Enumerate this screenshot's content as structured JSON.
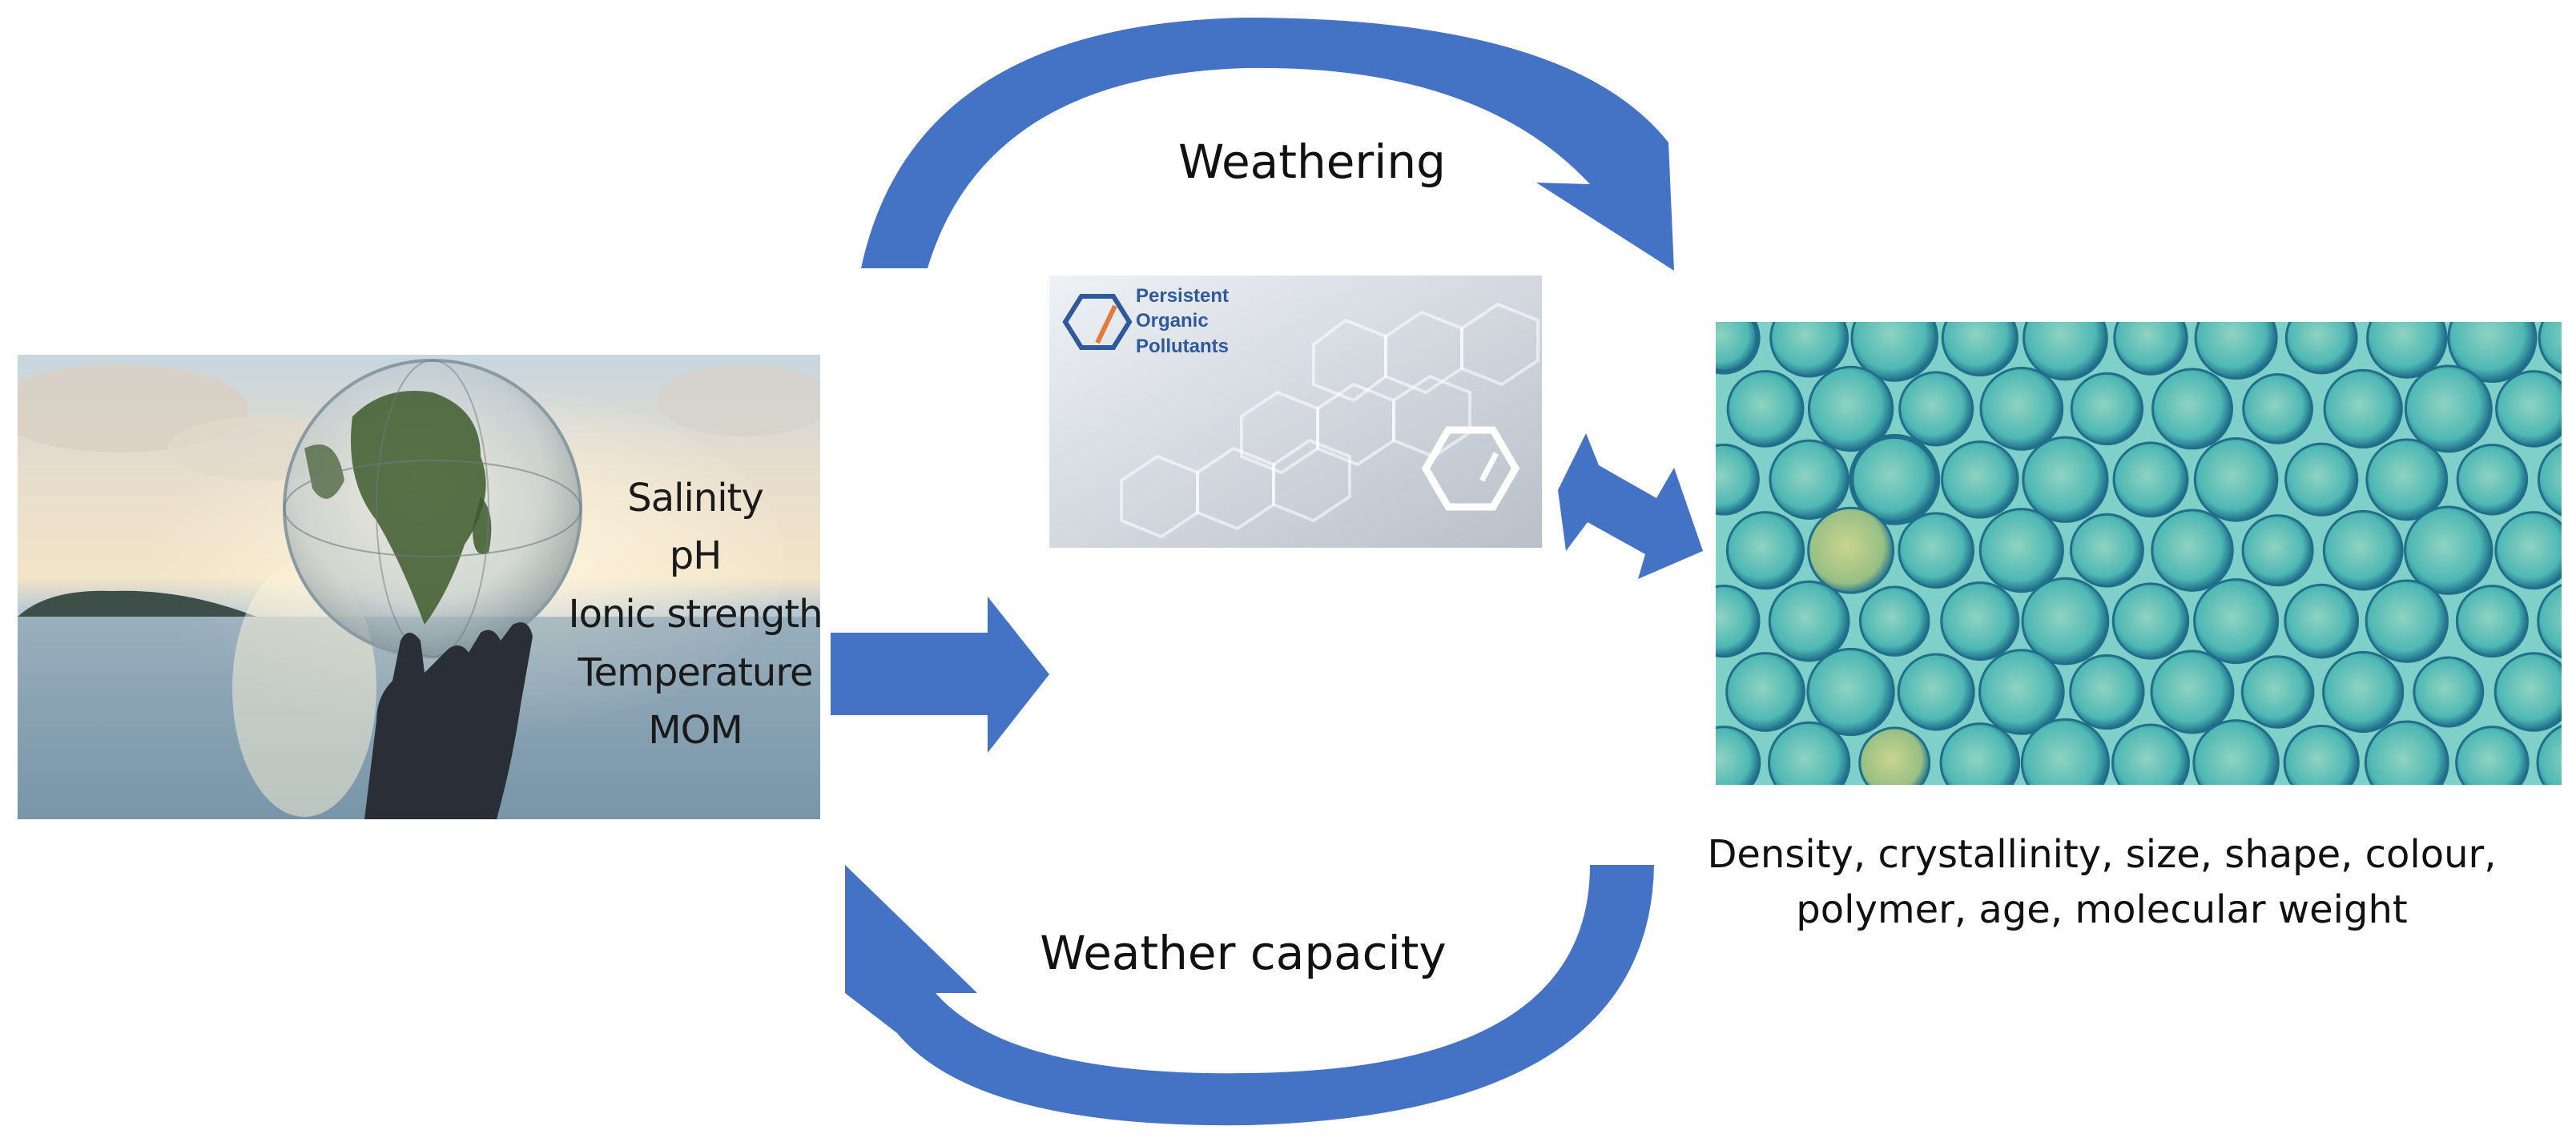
{
  "environment": {
    "factors": [
      "Salinity",
      "pH",
      "Ionic strength",
      "Temperature",
      "MOM"
    ]
  },
  "pop_card": {
    "title_lines": [
      "Persistent",
      "Organic",
      "Pollutants"
    ]
  },
  "cycle": {
    "top_label": "Weathering",
    "bottom_label": "Weather capacity"
  },
  "microplastics": {
    "properties_lines": [
      "Density, crystallinity, size, shape, colour,",
      "polymer, age, molecular weight"
    ]
  },
  "colors": {
    "arrow": "#4472c4",
    "pop_accent": "#2e5a9c",
    "pop_orange": "#e07b39",
    "bead_fill": "#5ec4c0",
    "bead_dark": "#1f6f8b",
    "bead_yellow": "#b9c77e"
  },
  "icons": {
    "environment_image": "globe-in-hand-over-sea",
    "pop_image": "hexagon-benzene-card",
    "microplastics_image": "microbeads-photo"
  }
}
